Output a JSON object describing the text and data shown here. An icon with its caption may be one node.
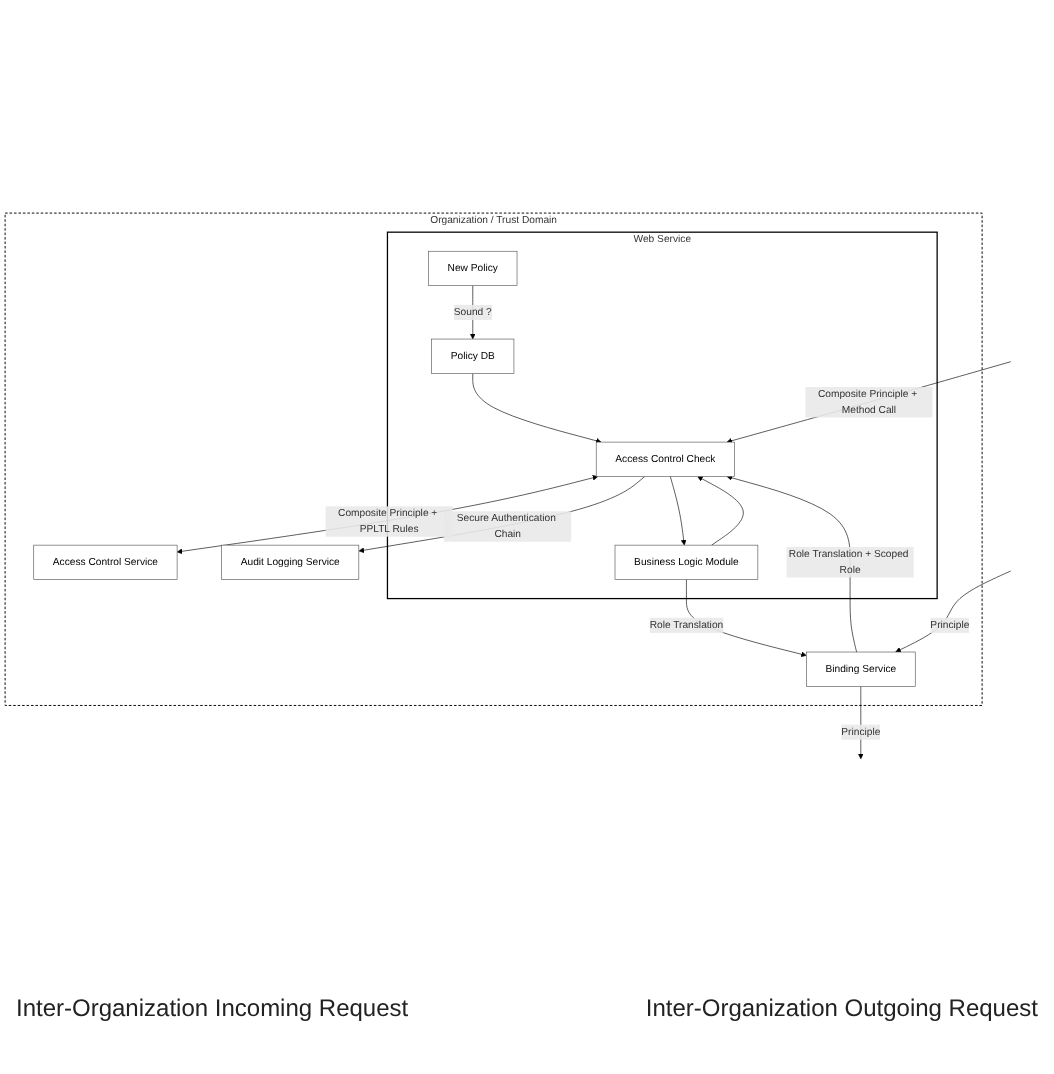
{
  "diagram": {
    "nodes": [
      {
        "text": [
          "Organization / Trust Domain"
        ]
      },
      {
        "text": [
          "Access Control Service"
        ],
        "in": 0
      },
      {
        "text": [
          "Audit Logging Service"
        ],
        "in": 0
      },
      {
        "text": [
          "Web Service"
        ],
        "in": 0
      },
      {
        "text": [
          "Access Control Check"
        ],
        "in": 3
      },
      {
        "text": [
          "Business Logic Module"
        ],
        "in": 3
      },
      {
        "text": [
          "Policy DB"
        ],
        "in": 3
      },
      {
        "text": [
          "New Policy"
        ],
        "in": 3
      },
      {
        "text": [
          "Binding Service"
        ],
        "in": 0
      }
    ],
    "edges": [
      {
        "from": 4,
        "to": 1,
        "arrow": "both",
        "label": "Composite Principle + PPLTL Rules"
      },
      {
        "from": 4,
        "to": 2,
        "arrow": "to",
        "label": "Secure Authentication Chain"
      },
      {
        "from": null,
        "to": 4,
        "arrow": "to",
        "label": "Composite Principle + Method Call"
      },
      {
        "from": 4,
        "to": 5,
        "arrow": "to"
      },
      {
        "from": 5,
        "to": 4,
        "arrow": "to"
      },
      {
        "from": 6,
        "to": 4,
        "arrow": "to"
      },
      {
        "from": 7,
        "to": 6,
        "arrow": "to",
        "label": "Sound ?"
      },
      {
        "from": 8,
        "to": 4,
        "arrow": "to",
        "label": "Role Translation + Scoped Role"
      },
      {
        "from": 5,
        "to": 8,
        "arrow": "to",
        "label": "Role Translation"
      },
      {
        "from": null,
        "to": 8,
        "arrow": "to",
        "label": "Principle"
      },
      {
        "from": 8,
        "to": null,
        "arrow": "to",
        "label": "Principle"
      }
    ],
    "labels": [
      "Inter-Organization Incoming Request",
      "Inter-Organization Outgoing Request"
    ]
  }
}
